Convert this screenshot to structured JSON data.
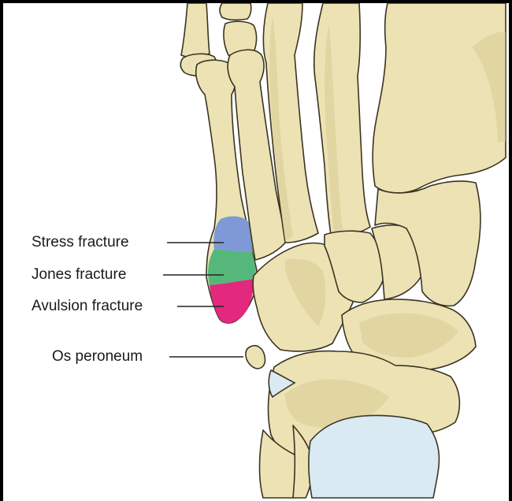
{
  "labels": {
    "stress": "Stress fracture",
    "jones": "Jones fracture",
    "avulsion": "Avulsion fracture",
    "os": "Os peroneum"
  },
  "colors": {
    "bone": "#ece2b4",
    "bone_shade": "#d8cb93",
    "outline": "#3a3423",
    "cartilage": "#d9eaf2",
    "stress": "#7f98d6",
    "jones": "#56b77a",
    "avulsion": "#e2287f"
  }
}
